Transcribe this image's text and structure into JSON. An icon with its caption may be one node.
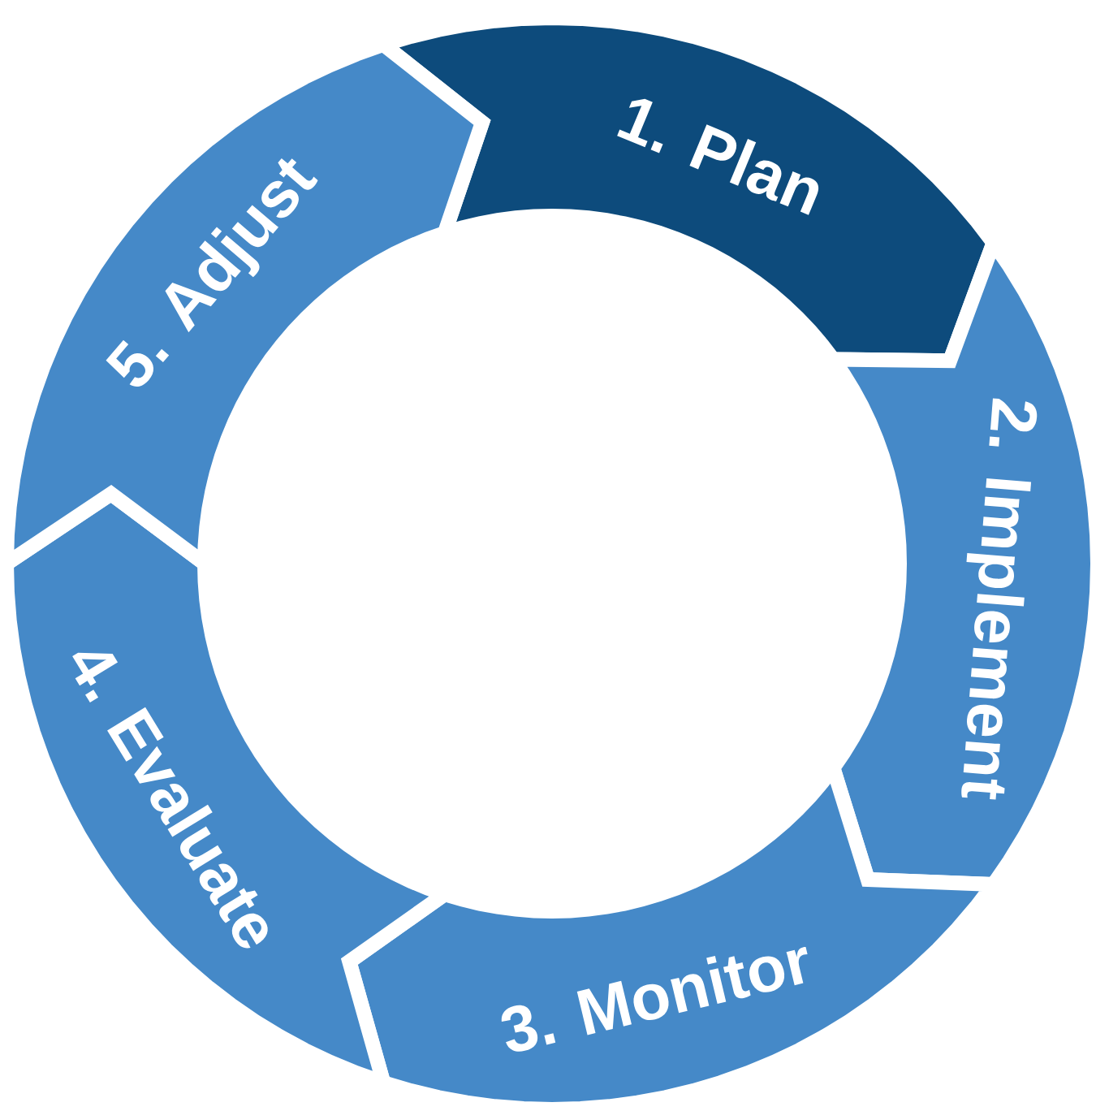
{
  "diagram": {
    "nodes": [
      {
        "text": [
          "1. Plan"
        ]
      },
      {
        "text": [
          "2. Implement"
        ]
      },
      {
        "text": [
          "3. Monitor"
        ]
      },
      {
        "text": [
          "4. Evaluate"
        ]
      },
      {
        "text": [
          "5. Adjust"
        ]
      }
    ]
  }
}
